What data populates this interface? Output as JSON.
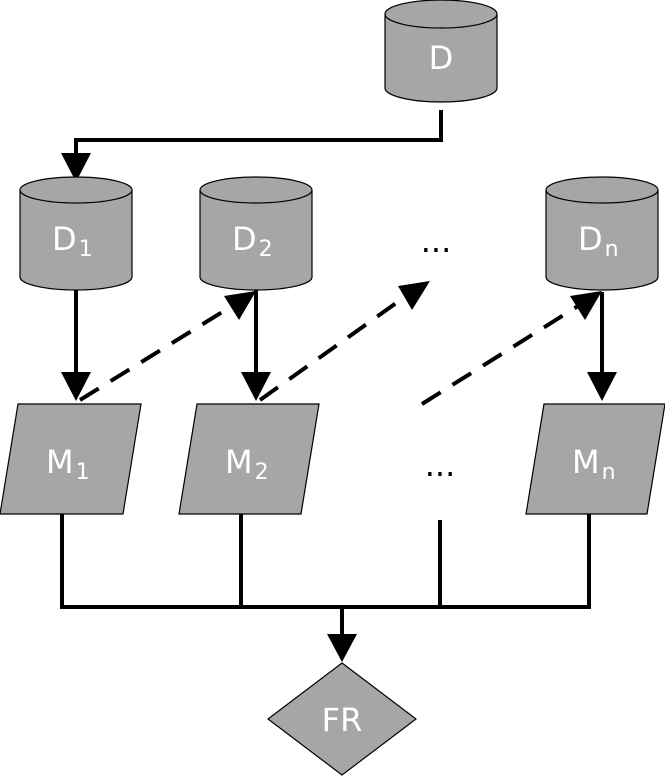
{
  "diagram": {
    "source_db": {
      "label": "D"
    },
    "datasets": [
      {
        "base": "D",
        "sub": "1"
      },
      {
        "base": "D",
        "sub": "2"
      },
      {
        "base": "D",
        "sub": "n"
      }
    ],
    "models": [
      {
        "base": "M",
        "sub": "1"
      },
      {
        "base": "M",
        "sub": "2"
      },
      {
        "base": "M",
        "sub": "n"
      }
    ],
    "ellipsis_top": "...",
    "ellipsis_mid": "...",
    "result": {
      "label": "FR"
    },
    "colors": {
      "fill": "#a6a6a6",
      "stroke": "#000000",
      "text": "#ffffff"
    }
  }
}
